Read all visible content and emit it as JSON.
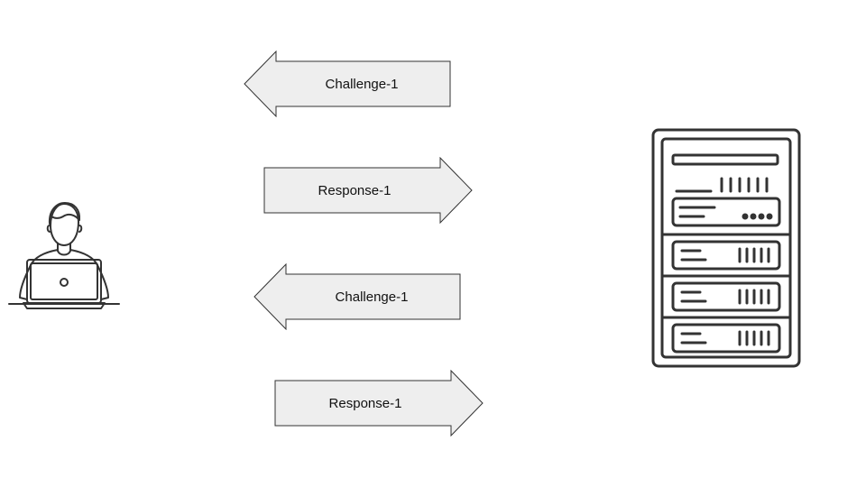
{
  "diagram": {
    "messages": [
      {
        "label": "Challenge-1",
        "direction": "left"
      },
      {
        "label": "Response-1",
        "direction": "right"
      },
      {
        "label": "Challenge-1",
        "direction": "left"
      },
      {
        "label": "Response-1",
        "direction": "right"
      }
    ],
    "icons": {
      "client": "user-laptop-icon",
      "server": "server-rack-icon"
    },
    "colors": {
      "arrow_fill": "#eeeeee",
      "stroke": "#333333"
    }
  }
}
